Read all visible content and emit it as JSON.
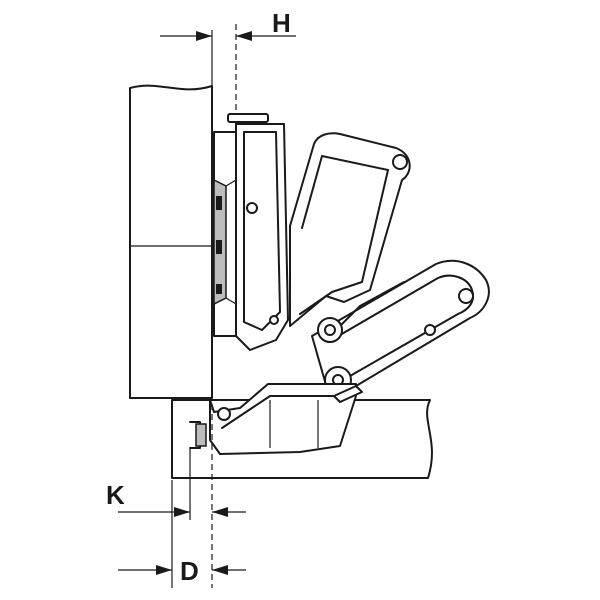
{
  "diagram": {
    "labels": {
      "H": "H",
      "K": "K",
      "D": "D"
    },
    "colors": {
      "line": "#1a1a1a",
      "shade": "#bdbdbd",
      "background": "#ffffff"
    }
  }
}
